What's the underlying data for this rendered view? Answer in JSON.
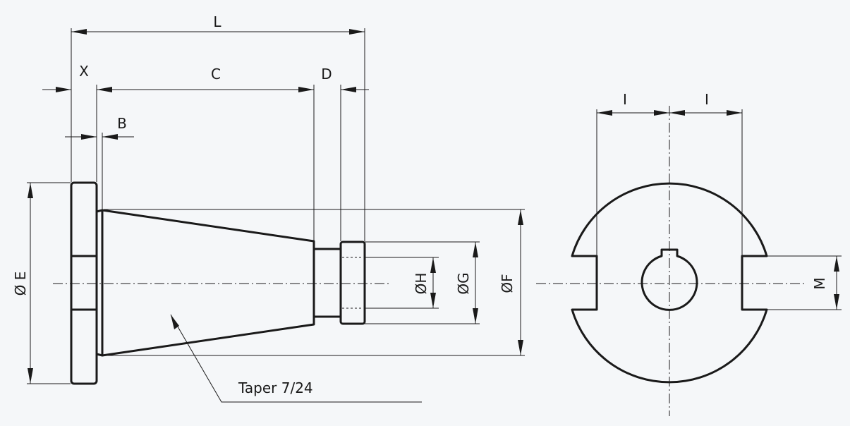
{
  "labels": {
    "L": "L",
    "X": "X",
    "C": "C",
    "D": "D",
    "B": "B",
    "E": "Ø E",
    "H": "ØH",
    "G": "ØG",
    "F": "ØF",
    "I_left": "I",
    "I_right": "I",
    "M": "M",
    "taper": "Taper 7/24"
  },
  "colors": {
    "background": "#f5f7f9",
    "line": "#1a1a1a"
  }
}
